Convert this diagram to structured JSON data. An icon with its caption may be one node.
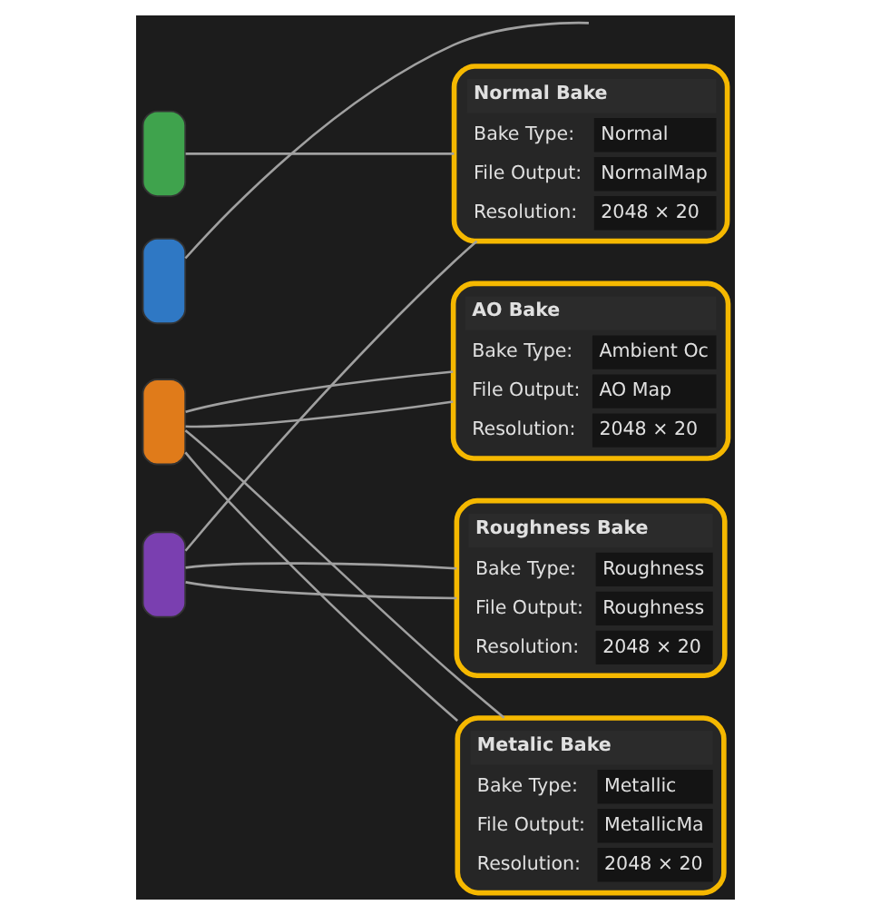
{
  "diagram": {
    "nodes": [
      {
        "text": [],
        "shape": "box"
      },
      {
        "text": [],
        "shape": "box"
      },
      {
        "text": [],
        "shape": "box"
      },
      {
        "text": [],
        "shape": "box"
      },
      {
        "text": [
          "Normal Bake",
          "Bake Type:",
          "Normal",
          "File Output:",
          "NormalMap",
          "Resolution:",
          "2048 × 20"
        ]
      },
      {
        "text": [
          "AO Bake",
          "Bake Type:",
          "Ambient Oc",
          "File Output:",
          "AO Map",
          "Resolution:",
          "2048 × 20"
        ]
      },
      {
        "text": [
          "Roughness Bake",
          "Bake Type:",
          "Roughness",
          "File Output:",
          "Roughness",
          "Resolution:",
          "2048 × 20"
        ]
      },
      {
        "text": [
          "Metalic Bake",
          "Bake Type:",
          "Metallic",
          "File Output:",
          "MetallicMa",
          "Resolution:",
          "2048 × 20"
        ]
      }
    ],
    "edges": [
      {
        "from": 0,
        "to": 4,
        "arrow": "none"
      },
      {
        "from": 1,
        "to": null,
        "arrow": "none"
      },
      {
        "from": 3,
        "to": 4,
        "arrow": "none"
      },
      {
        "from": 2,
        "to": 5,
        "arrow": "none"
      },
      {
        "from": 2,
        "to": 5,
        "arrow": "none"
      },
      {
        "from": 3,
        "to": 6,
        "arrow": "none"
      },
      {
        "from": 3,
        "to": 6,
        "arrow": "none"
      },
      {
        "from": 2,
        "to": 7,
        "arrow": "none"
      },
      {
        "from": 2,
        "to": 7,
        "arrow": "none"
      }
    ]
  }
}
